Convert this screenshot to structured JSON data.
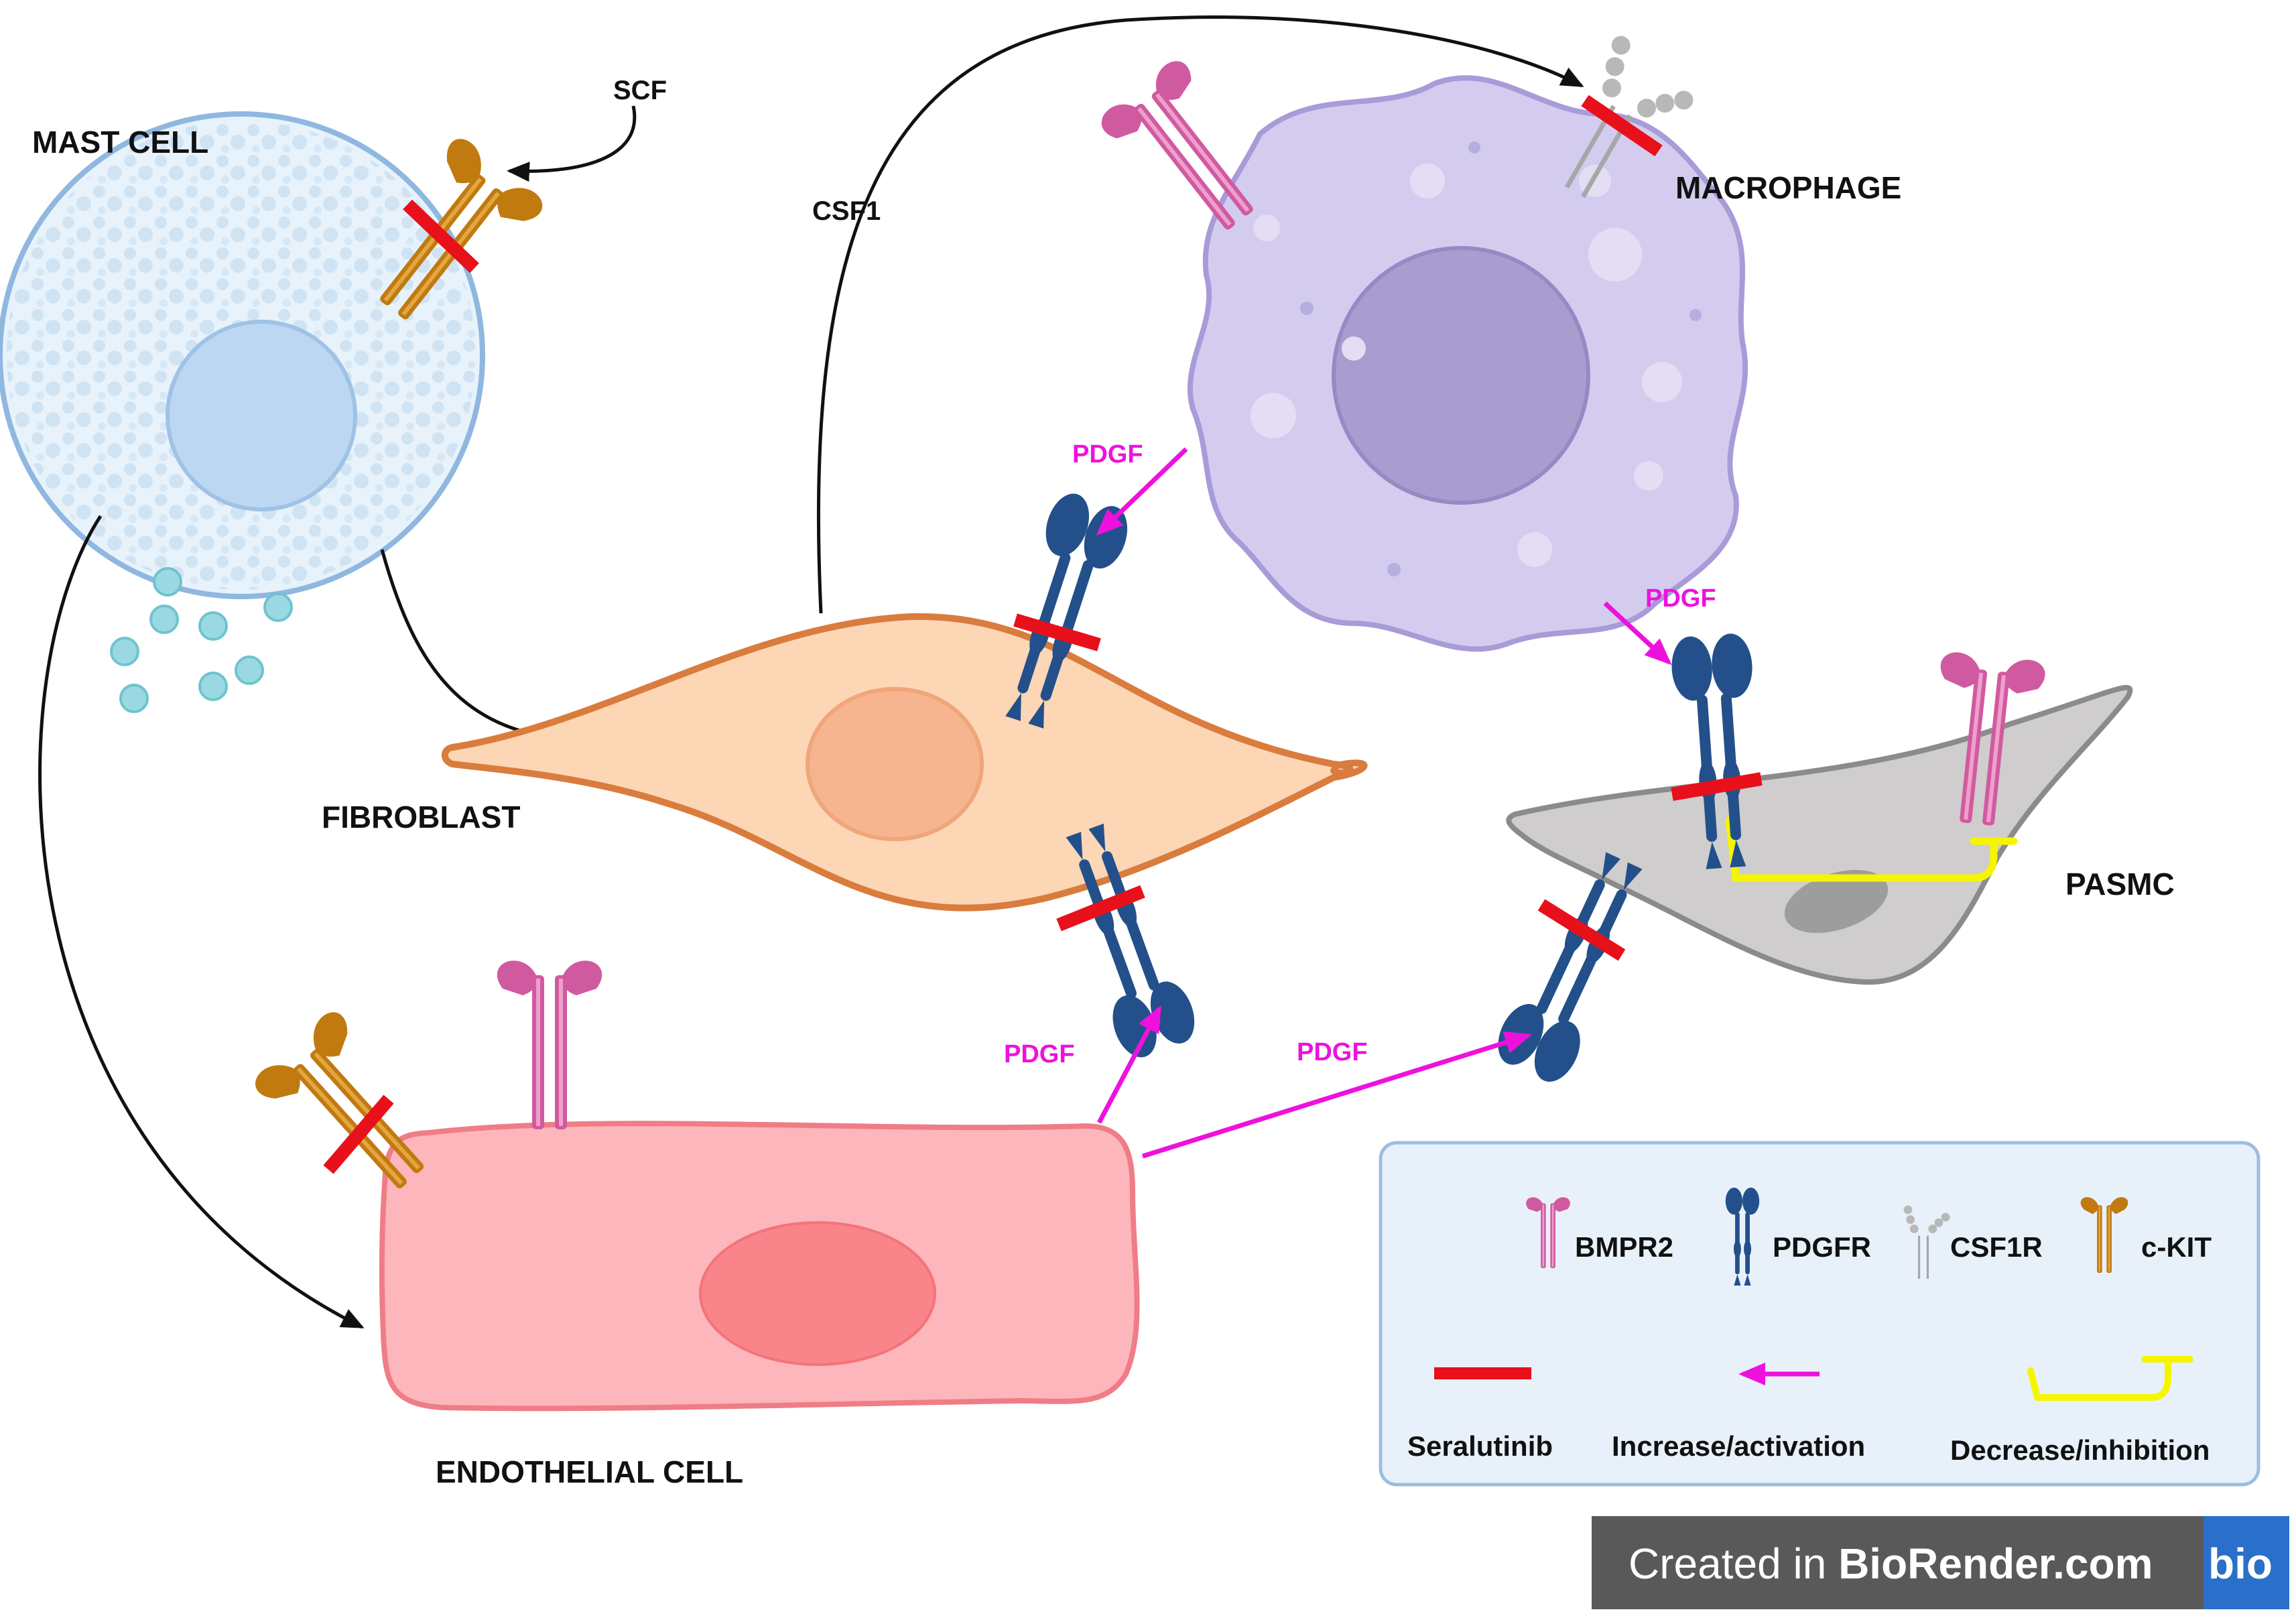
{
  "cells": {
    "mast": "MAST CELL",
    "macrophage": "MACROPHAGE",
    "fibroblast": "FIBROBLAST",
    "pasmc": "PASMC",
    "endothelial": "ENDOTHELIAL CELL"
  },
  "signals": {
    "scf": "SCF",
    "csf1": "CSF1",
    "pdgf": "PDGF"
  },
  "legend": {
    "bmpr2": "BMPR2",
    "pdgfr": "PDGFR",
    "csf1r": "CSF1R",
    "ckit": "c-KIT",
    "seralutinib": "Seralutinib",
    "increase": "Increase/activation",
    "decrease": "Decrease/inhibition"
  },
  "badge": {
    "prefix": "Created in ",
    "brand": "BioRender.com",
    "logo": "bio"
  },
  "colors": {
    "inhibitor_bar": "#e8101a",
    "pdgf_arrow": "#ee11dd",
    "inhibition_line": "#f5f500",
    "pdgfr": "#23508a",
    "bmpr2": "#d05aa0",
    "ckit": "#c07a10",
    "csf1r": "#b8b8b8"
  }
}
